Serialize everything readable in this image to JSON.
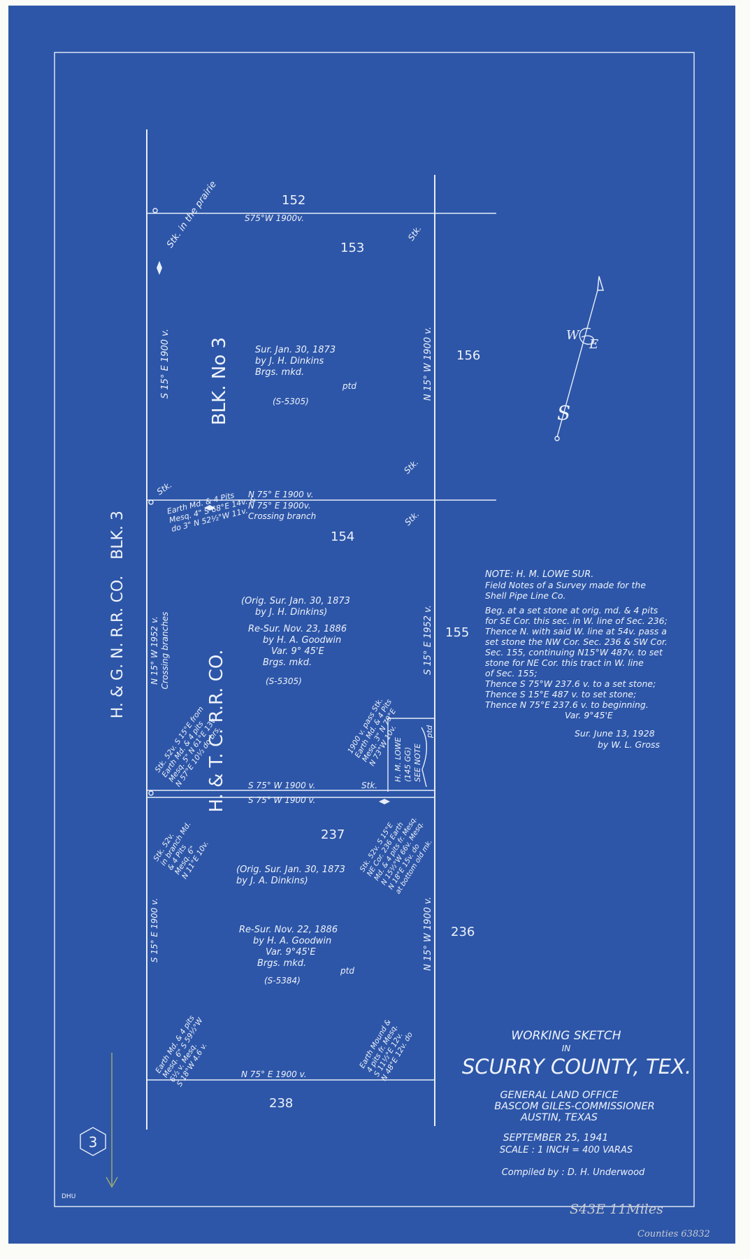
{
  "sections": {
    "n152": "152",
    "n153": "153",
    "n154": "154",
    "n155": "155",
    "n156": "156",
    "n236": "236",
    "n237": "237",
    "n238": "238"
  },
  "blocks": {
    "blk3_top": "BLK. 3",
    "hgn": "H. & G. N. R.R. CO.",
    "blk_no3": "BLK.   No 3",
    "htc": "H. & T.   C.   R.R.   CO."
  },
  "lines": {
    "top_call": "S75°W  1900v.",
    "mid_call": "N 75° E   1900 v.",
    "mid_call2": "N 75° E   1900v.",
    "crossing": "Crossing branch",
    "lower_call": "S 75° W   1900 v.",
    "lower_call2": "S 75° W   1900 v.",
    "bottom_call": "N 75° E   1900 v.",
    "left_upper": "S 15° E   1900 v.",
    "right_upper": "N 15° W   1900 v.",
    "left_mid": "N 15° W  1952 v.",
    "left_mid2": "Crossing branches",
    "right_mid": "S 15° E   1952 v.",
    "left_lower": "S 15° E      1900 v.",
    "right_lower": "N 15° W   1900 v."
  },
  "stakes": {
    "prairie": "Stk. in the prairie",
    "stk": "Stk."
  },
  "sec153": {
    "l1": "Sur. Jan. 30, 1873",
    "l2": "by J. H. Dinkins",
    "l3": "Brgs. mkd.",
    "l4": "ptd",
    "l5": "(S-5305)"
  },
  "sec154": {
    "l1": "(Orig. Sur. Jan. 30, 1873",
    "l2": "by J. H. Dinkins)",
    "l3": "Re-Sur. Nov. 23, 1886",
    "l4": "by H. A. Goodwin",
    "l5": "Var. 9° 45'E",
    "l6": "Brgs. mkd.",
    "l7": "(S-5305)"
  },
  "sec237": {
    "l1": "(Orig. Sur. Jan. 30, 1873",
    "l2": "by J. A. Dinkins)",
    "l3": "Re-Sur. Nov. 22, 1886",
    "l4": "by H. A. Goodwin",
    "l5": "Var. 9°45'E",
    "l6": "Brgs. mkd.",
    "l7": "ptd",
    "l8": "(S-5384)"
  },
  "diag_notes": {
    "nw_corner_154": [
      "Earth Md. & 4 Pits",
      "Mesq. 4\" S 68°E 14v. &",
      "do 3\" N 52½°W 11v."
    ],
    "sw_154": [
      "Stk. 52v. S 15°E from",
      "Earth Md. & 4 pits",
      "Mesq. 5\" N 61°E 13v.",
      "N 57°E 10½ do brs."
    ],
    "se_154": [
      "1900 v. pass Stk.",
      "Earth Md. & 4 Pits",
      "Mesq. 3\" N 79°E",
      "N 73°W 10v."
    ],
    "nw_237": [
      "Stk. 52v.",
      "in branch Md.",
      "& 4 Pits",
      "Mesq. 6\"",
      "N 11°E 10v."
    ],
    "ne_237": [
      "Stk. 52v. S 15°E",
      "NE Cor. 236 Earth",
      "Md. & 4 pits fr. Mesq.",
      "N 15½°W 66v. Mesq.",
      "N 18°E 15v. do",
      "at bottom old mk."
    ],
    "sw_237": [
      "Earth Md. & 4 pits",
      "Mesq. 6\" S 59½°W",
      "6½ v. Mesq.",
      "S 18°W 4.6 v."
    ],
    "se_237": [
      "Earth Mound &",
      "4 pits fr. Mesq.",
      "S 11½°E 12v.",
      "N 48°E 12v. do"
    ],
    "lowe": [
      "H. M. LOWE",
      "(145 GG)",
      "SEE NOTE"
    ]
  },
  "note": {
    "head": "NOTE:    H. M. LOWE SUR.",
    "lines": [
      "Field Notes of a Survey made for the",
      "Shell Pipe Line Co.",
      "",
      "Beg. at a set stone at orig. md. & 4 pits",
      "for SE Cor. this sec. in W. line of Sec. 236;",
      "Thence N. with said W. line at 54v. pass a",
      "set stone the NW Cor. Sec. 236 & SW Cor.",
      "Sec. 155, continuing N15°W 487v. to set",
      "stone for NE Cor. this tract in W. line",
      "of Sec. 155;",
      "Thence S 75°W 237.6 v. to a set stone;",
      "Thence S 15°E 487 v. to set stone;",
      "Thence N 75°E 237.6 v. to beginning.",
      "Var. 9°45'E"
    ],
    "sig1": "Sur. June 13, 1928",
    "sig2": "by W. L. Gross"
  },
  "compass": {
    "w": "W",
    "e": "E",
    "s": "S"
  },
  "title": {
    "t1": "WORKING SKETCH",
    "t2": "IN",
    "t3": "SCURRY COUNTY, TEX.",
    "t4": "GENERAL LAND OFFICE",
    "t5": "BASCOM GILES-COMMISSIONER",
    "t6": "AUSTIN, TEXAS",
    "t7": "SEPTEMBER 25, 1941",
    "t8": "SCALE : 1 INCH = 400 VARAS",
    "t9": "Compiled by : D. H. Underwood"
  },
  "misc": {
    "badge": "3",
    "initials": "DHU",
    "pencil1": "S43E 11Miles",
    "pencil2": "Counties 63832"
  },
  "colors": {
    "paper": "#2d56a8",
    "ink": "#e8eef8",
    "pencil_arrow": "#9aa874"
  }
}
